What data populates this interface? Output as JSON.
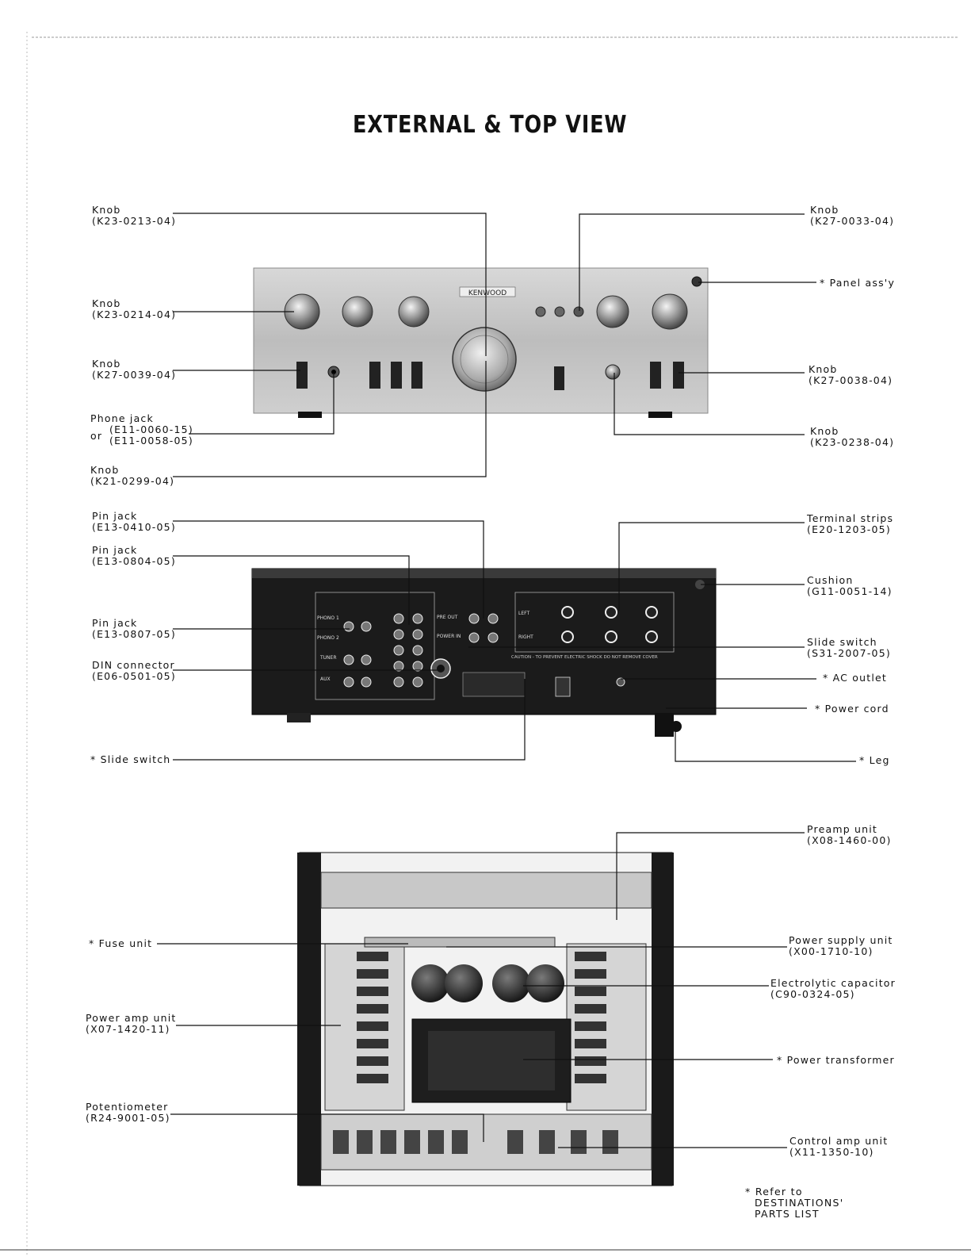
{
  "title": "EXTERNAL & TOP VIEW",
  "front_panel": {
    "brand": "KENWOOD",
    "labels": {
      "knob_k23_0213": {
        "name": "Knob",
        "part": "(K23-0213-04)"
      },
      "knob_k23_0214": {
        "name": "Knob",
        "part": "(K23-0214-04)"
      },
      "knob_k27_0039": {
        "name": "Knob",
        "part": "(K27-0039-04)"
      },
      "phone_jack": {
        "name": "Phone jack",
        "prefix": "or",
        "part1": "(E11-0060-15)",
        "part2": "(E11-0058-05)"
      },
      "knob_k21_0299": {
        "name": "Knob",
        "part": "(K21-0299-04)"
      },
      "knob_k27_0033": {
        "name": "Knob",
        "part": "(K27-0033-04)"
      },
      "panel_assy": {
        "name": "* Panel ass'y"
      },
      "knob_k27_0038": {
        "name": "Knob",
        "part": "(K27-0038-04)"
      },
      "knob_k23_0238": {
        "name": "Knob",
        "part": "(K23-0238-04)"
      }
    }
  },
  "rear_panel": {
    "labels": {
      "pin_jack_0410": {
        "name": "Pin jack",
        "part": "(E13-0410-05)"
      },
      "pin_jack_0804": {
        "name": "Pin jack",
        "part": "(E13-0804-05)"
      },
      "pin_jack_0807": {
        "name": "Pin jack",
        "part": "(E13-0807-05)"
      },
      "din_connector": {
        "name": "DIN connector",
        "part": "(E06-0501-05)"
      },
      "slide_switch_left": {
        "name": "* Slide switch"
      },
      "terminal_strips": {
        "name": "Terminal strips",
        "part": "(E20-1203-05)"
      },
      "cushion": {
        "name": "Cushion",
        "part": "(G11-0051-14)"
      },
      "slide_switch_right": {
        "name": "Slide switch",
        "part": "(S31-2007-05)"
      },
      "ac_outlet": {
        "name": "* AC outlet"
      },
      "power_cord": {
        "name": "* Power cord"
      },
      "leg": {
        "name": "* Leg"
      }
    },
    "panel_text": {
      "phono1": "PHONO 1",
      "phono2": "PHONO 2",
      "tuner": "TUNER",
      "aux": "AUX",
      "preout": "PRE OUT",
      "powerin": "POWER IN",
      "left": "LEFT",
      "right": "RIGHT",
      "caution": "CAUTION - TO PREVENT ELECTRIC SHOCK DO NOT REMOVE COVER"
    }
  },
  "top_view": {
    "labels": {
      "fuse_unit": {
        "name": "* Fuse unit"
      },
      "power_amp_unit": {
        "name": "Power amp unit",
        "part": "(X07-1420-11)"
      },
      "potentiometer": {
        "name": "Potentiometer",
        "part": "(R24-9001-05)"
      },
      "preamp_unit": {
        "name": "Preamp unit",
        "part": "(X08-1460-00)"
      },
      "power_supply_unit": {
        "name": "Power supply unit",
        "part": "(X00-1710-10)"
      },
      "electrolytic_capacitor": {
        "name": "Electrolytic capacitor",
        "part": "(C90-0324-05)"
      },
      "power_transformer": {
        "name": "* Power transformer"
      },
      "control_amp_unit": {
        "name": "Control amp unit",
        "part": "(X11-1350-10)"
      }
    }
  },
  "note": {
    "line1": "* Refer to",
    "line2": "DESTINATIONS'",
    "line3": "PARTS LIST"
  }
}
